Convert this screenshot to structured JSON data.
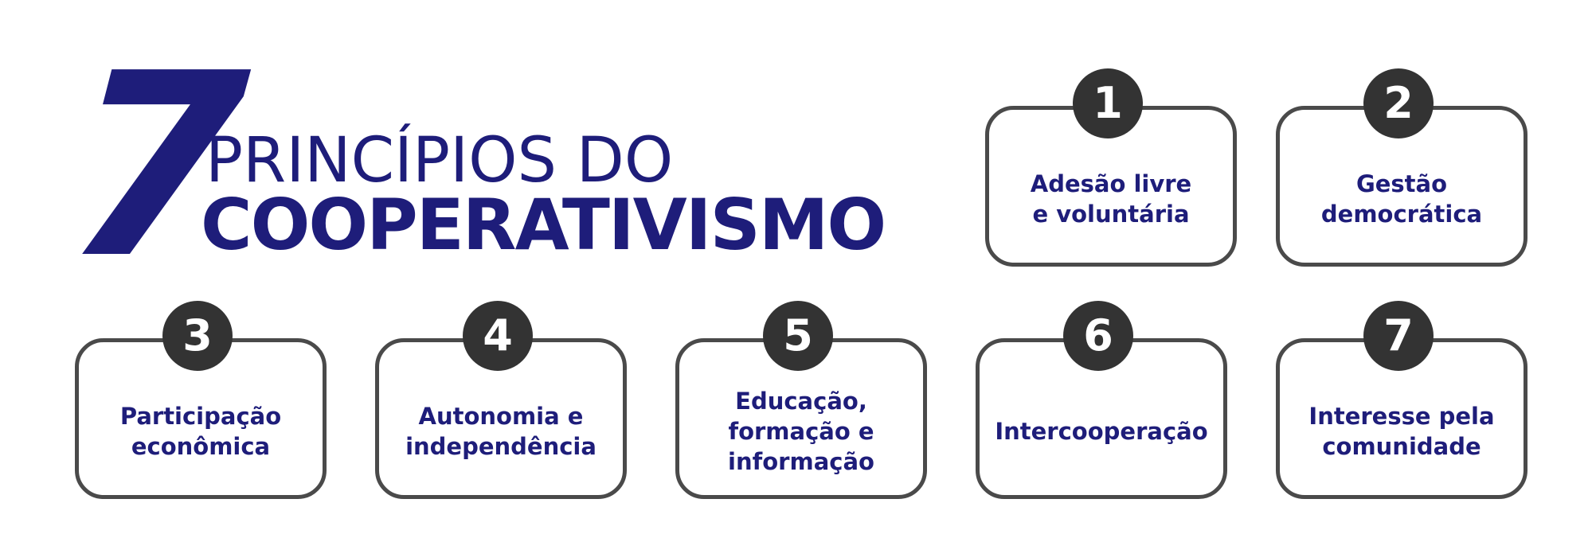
{
  "header": {
    "number": "7",
    "line1": "PRINCÍPIOS DO",
    "line2": "COOPERATIVISMO"
  },
  "principles": [
    {
      "number": "1",
      "label": "Adesão livre\ne voluntária"
    },
    {
      "number": "2",
      "label": "Gestão\ndemocrática"
    },
    {
      "number": "3",
      "label": "Participação\neconômica"
    },
    {
      "number": "4",
      "label": "Autonomia e\nindependência"
    },
    {
      "number": "5",
      "label": "Educação,\nformação e\ninformação"
    },
    {
      "number": "6",
      "label": "Intercooperação"
    },
    {
      "number": "7",
      "label": "Interesse pela\ncomunidade"
    }
  ],
  "colors": {
    "primary": "#1e1d7a",
    "badge": "#333333",
    "border": "#4a4a4a",
    "background": "#ffffff"
  }
}
